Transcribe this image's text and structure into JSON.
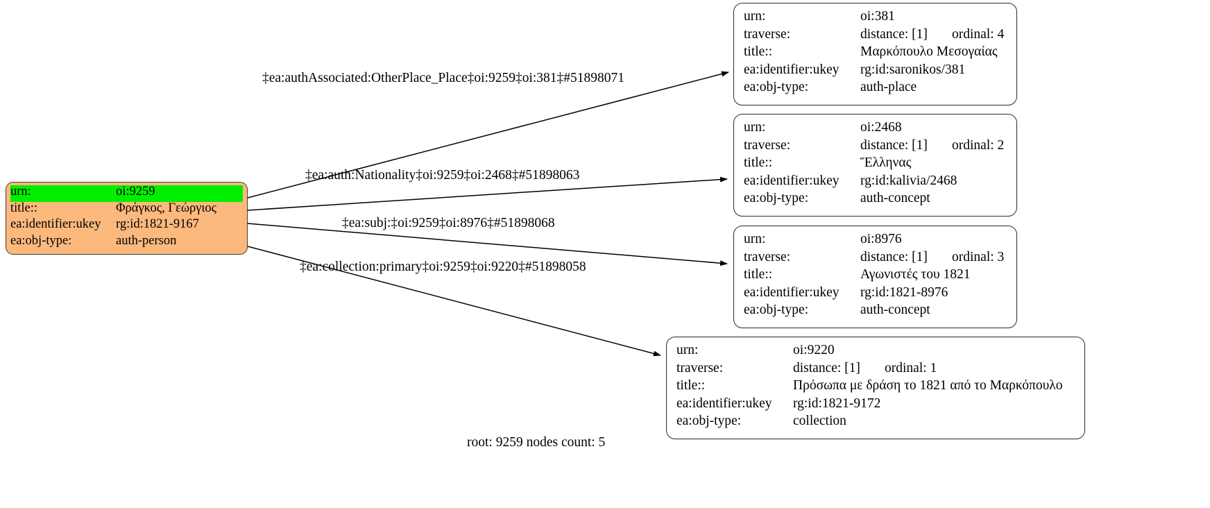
{
  "graph": {
    "caption": "root: 9259 nodes count: 5",
    "colors": {
      "root_fill": "#fcb97d",
      "highlight_fill": "#00ef00",
      "node_stroke": "#2b2b2b",
      "edge_stroke": "#000000",
      "node_fill": "#ffffff"
    },
    "root_node": {
      "rows": [
        {
          "key": "urn:",
          "value": "oi:9259",
          "highlight": true
        },
        {
          "key": "title::",
          "value": "Φράγκος, Γεώργιος",
          "highlight": false
        },
        {
          "key": "ea:identifier:ukey",
          "value": "rg:id:1821-9167",
          "highlight": false
        },
        {
          "key": "ea:obj-type:",
          "value": "auth-person",
          "highlight": false
        }
      ]
    },
    "nodes": [
      {
        "id": "oi381",
        "rows": [
          {
            "key": "urn:",
            "value": "oi:381",
            "value2": ""
          },
          {
            "key": "traverse:",
            "value": "distance: [1]",
            "value2": "ordinal: 4"
          },
          {
            "key": "title::",
            "value": "Μαρκόπουλο Μεσογαίας",
            "value2": ""
          },
          {
            "key": "ea:identifier:ukey",
            "value": "rg:id:saronikos/381",
            "value2": ""
          },
          {
            "key": "ea:obj-type:",
            "value": "auth-place",
            "value2": ""
          }
        ]
      },
      {
        "id": "oi2468",
        "rows": [
          {
            "key": "urn:",
            "value": "oi:2468",
            "value2": ""
          },
          {
            "key": "traverse:",
            "value": "distance: [1]",
            "value2": "ordinal: 2"
          },
          {
            "key": "title::",
            "value": "Ἕλληνας",
            "value2": ""
          },
          {
            "key": "ea:identifier:ukey",
            "value": "rg:id:kalivia/2468",
            "value2": ""
          },
          {
            "key": "ea:obj-type:",
            "value": "auth-concept",
            "value2": ""
          }
        ]
      },
      {
        "id": "oi8976",
        "rows": [
          {
            "key": "urn:",
            "value": "oi:8976",
            "value2": ""
          },
          {
            "key": "traverse:",
            "value": "distance: [1]",
            "value2": "ordinal: 3"
          },
          {
            "key": "title::",
            "value": "Αγωνιστές του 1821",
            "value2": ""
          },
          {
            "key": "ea:identifier:ukey",
            "value": "rg:id:1821-8976",
            "value2": ""
          },
          {
            "key": "ea:obj-type:",
            "value": "auth-concept",
            "value2": ""
          }
        ]
      },
      {
        "id": "oi9220",
        "rows": [
          {
            "key": "urn:",
            "value": "oi:9220",
            "value2": ""
          },
          {
            "key": "traverse:",
            "value": "distance: [1]",
            "value2": "ordinal: 1"
          },
          {
            "key": "title::",
            "value": "Πρόσωπα με δράση το 1821 από το Μαρκόπουλο",
            "value2": ""
          },
          {
            "key": "ea:identifier:ukey",
            "value": "rg:id:1821-9172",
            "value2": ""
          },
          {
            "key": "ea:obj-type:",
            "value": "collection",
            "value2": ""
          }
        ]
      }
    ],
    "edges": [
      {
        "label": "‡ea:authAssociated:OtherPlace_Place‡oi:9259‡oi:381‡#51898071"
      },
      {
        "label": "‡ea:auth:Nationality‡oi:9259‡oi:2468‡#51898063"
      },
      {
        "label": "‡ea:subj:‡oi:9259‡oi:8976‡#51898068"
      },
      {
        "label": "‡ea:collection:primary‡oi:9259‡oi:9220‡#51898058"
      }
    ]
  }
}
